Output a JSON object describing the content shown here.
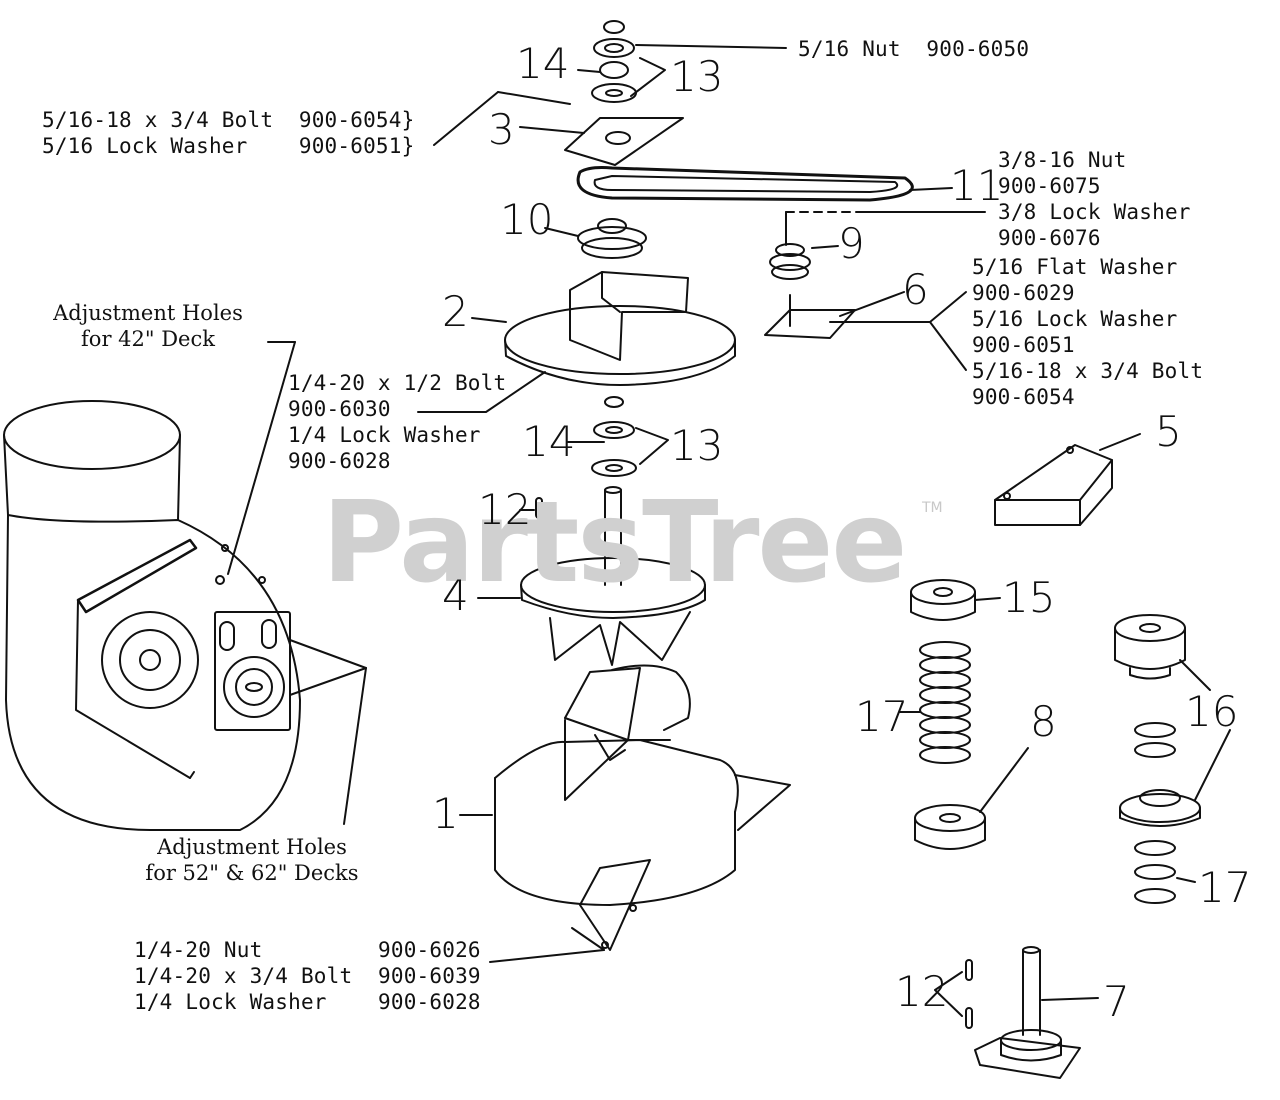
{
  "watermark": {
    "text": "PartsTree",
    "tm": "TM"
  },
  "callouts": {
    "c1": "1",
    "c2": "2",
    "c3": "3",
    "c4": "4",
    "c5": "5",
    "c6": "6",
    "c7": "7",
    "c8": "8",
    "c9": "9",
    "c10": "10",
    "c11": "11",
    "c12a": "12",
    "c12b": "12",
    "c13a": "13",
    "c13b": "13",
    "c14a": "14",
    "c14b": "14",
    "c15": "15",
    "c16": "16",
    "c17a": "17",
    "c17b": "17"
  },
  "notes": {
    "adj42": "Adjustment Holes\nfor 42\" Deck",
    "adj52": "Adjustment Holes\nfor 52\" & 62\" Decks"
  },
  "hardware": {
    "nut_top": "5/16 Nut  900-6050",
    "group_top": "5/16-18 x 3/4 Bolt  900-6054}\n5/16 Lock Washer    900-6051}",
    "group_right": "3/8-16 Nut\n900-6075\n3/8 Lock Washer\n900-6076",
    "group_bracket": "5/16 Flat Washer\n900-6029\n5/16 Lock Washer\n900-6051\n5/16-18 x 3/4 Bolt\n900-6054",
    "group_mid": "1/4-20 x 1/2 Bolt\n900-6030\n1/4 Lock Washer\n900-6028",
    "group_bottom": "1/4-20 Nut         900-6026\n1/4-20 x 3/4 Bolt  900-6039\n1/4 Lock Washer    900-6028"
  }
}
